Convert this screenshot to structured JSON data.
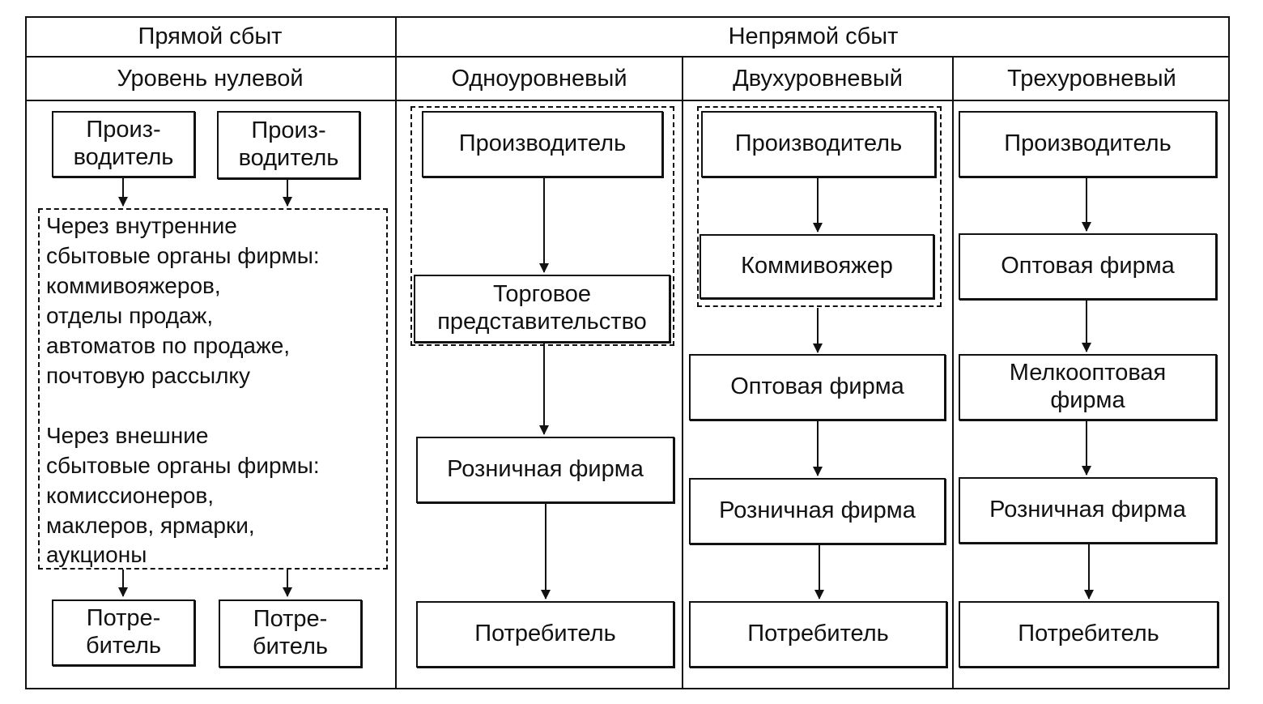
{
  "header": {
    "direct": "Прямой сбыт",
    "indirect": "Непрямой сбыт"
  },
  "levels": {
    "zero": "Уровень нулевой",
    "one": "Одноуровневый",
    "two": "Двухуровневый",
    "three": "Трехуровневый"
  },
  "direct": {
    "producer_left": "Произ-\nводитель",
    "producer_right": "Произ-\nводитель",
    "channels_text": "Через внутренние\nсбытовые органы фирмы:\nкоммивояжеров,\nотделы продаж,\nавтоматов по продаже,\nпочтовую рассылку\n\nЧерез внешние\nсбытовые органы  фирмы:\nкомиссионеров,\nмаклеров, ярмарки,\nаукционы",
    "consumer_left": "Потре-\nбитель",
    "consumer_right": "Потре-\nбитель"
  },
  "one_level": {
    "producer": "Производитель",
    "trade_office": "Торговое\nпредставительство",
    "retailer": "Розничная фирма",
    "consumer": "Потребитель"
  },
  "two_level": {
    "producer": "Производитель",
    "salesman": "Коммивояжер",
    "wholesaler": "Оптовая фирма",
    "retailer": "Розничная фирма",
    "consumer": "Потребитель"
  },
  "three_level": {
    "producer": "Производитель",
    "wholesaler": "Оптовая фирма",
    "small_wholesaler": "Мелкооптовая\nфирма",
    "retailer": "Розничная фирма",
    "consumer": "Потребитель"
  }
}
